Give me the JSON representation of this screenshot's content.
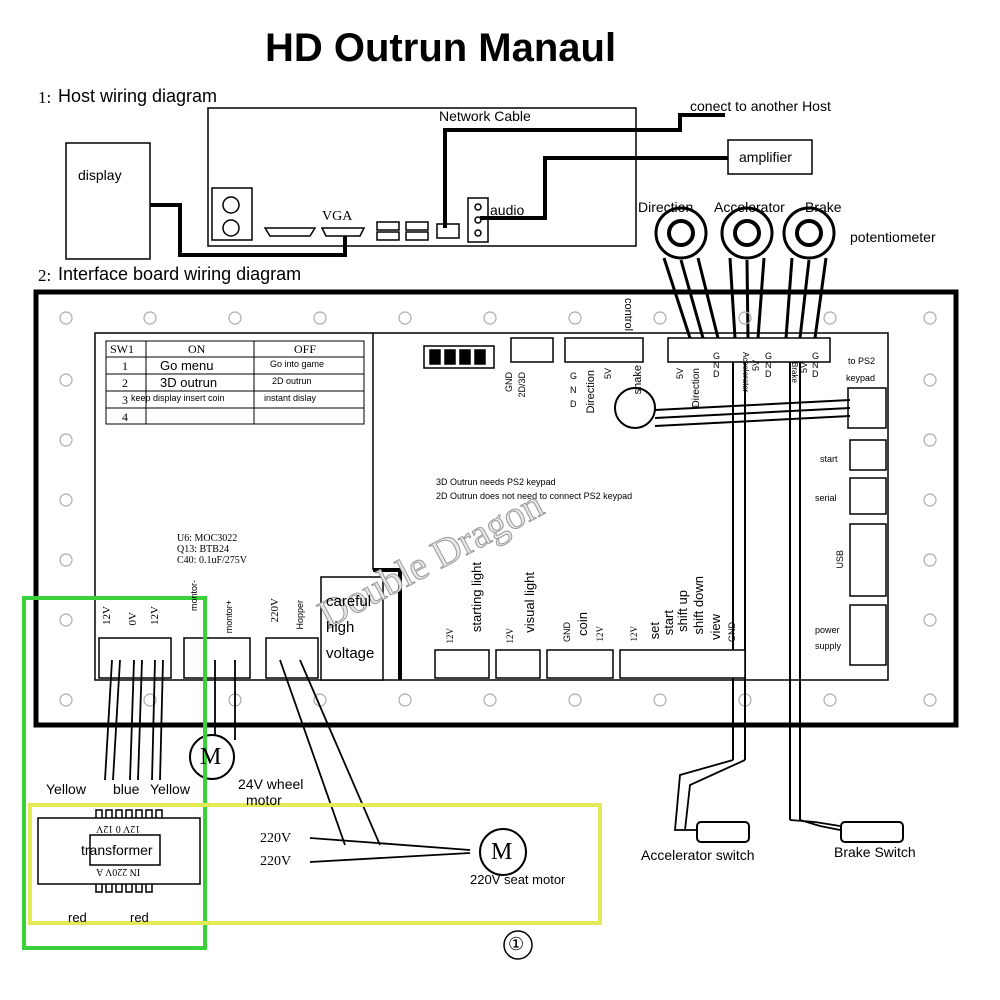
{
  "title": "HD Outrun Manaul",
  "section1": {
    "num": "1:",
    "label": "Host wiring diagram"
  },
  "section2": {
    "num": "2:",
    "label": "Interface board wiring diagram"
  },
  "host": {
    "network_cable": "Network Cable",
    "connect_host": "conect to another Host",
    "amplifier": "amplifier",
    "display": "display",
    "vga": "VGA",
    "audio": "audio"
  },
  "pots": {
    "direction": "Direction",
    "accelerator": "Accelerator",
    "brake": "Brake",
    "potentiometer": "potentiometer"
  },
  "sw_table": {
    "headers": [
      "SW1",
      "ON",
      "OFF"
    ],
    "rows": [
      {
        "n": "1",
        "on": "Go menu",
        "off": "Go into game"
      },
      {
        "n": "2",
        "on": "3D outrun",
        "off": "2D outrun"
      },
      {
        "n": "3",
        "on": "keep display insert coin",
        "off": "instant dislay"
      },
      {
        "n": "4",
        "on": "",
        "off": ""
      }
    ]
  },
  "components": {
    "u6": "U6:   MOC3022",
    "q13": "Q13:  BTB24",
    "c40": "C40:  0.1uF/275V"
  },
  "notes": {
    "line1": "3D Outrun needs PS2 keypad",
    "line2": "2D Outrun does not need to connect PS2 keypad"
  },
  "watermark": "Double Dragon",
  "connectors": {
    "gnd_2d3d": [
      "GND",
      "2D/3D"
    ],
    "shake": "shake",
    "control": "control",
    "dir_pins": [
      "G",
      "N",
      "D",
      "Direction",
      "5V"
    ],
    "pot_header": [
      "5V",
      "Direction",
      "G N D",
      "Accelerator",
      "5V",
      "G N D",
      "Brake",
      "5V",
      "G N D"
    ],
    "to_ps2": "to PS2",
    "keypad": "keypad",
    "start": "start",
    "serial": "serial",
    "usb": "USB",
    "power": "power",
    "supply": "supply",
    "p12v_0v_12v": [
      "12V",
      "0V",
      "12V"
    ],
    "monitor_minus": "montor-",
    "monitor_plus": "montor+",
    "p220v": "220V",
    "hopper": "Hopper",
    "careful": [
      "careful",
      "high",
      "voltage"
    ],
    "starting_light": [
      "12V",
      "starting light"
    ],
    "visual_light": [
      "12V",
      "visual light"
    ],
    "coin": [
      "GND",
      "coin",
      "12V"
    ],
    "last": [
      "12V",
      "set",
      "start",
      "shift up",
      "shift down",
      "view",
      "GND"
    ]
  },
  "wires": {
    "yellow": "Yellow",
    "blue": "blue",
    "yellow2": "Yellow",
    "wheel_motor": "24V wheel",
    "wheel_motor2": "motor",
    "v220a": "220V",
    "v220b": "220V",
    "seat_motor": "220V seat motor",
    "motor_m": "M"
  },
  "transformer": {
    "label": "transformer",
    "top": "12V 0 12V",
    "bottom": "IN 220V A",
    "red1": "red",
    "red2": "red"
  },
  "switches": {
    "accel": "Accelerator switch",
    "brake": "Brake Switch"
  },
  "page_num": "①"
}
